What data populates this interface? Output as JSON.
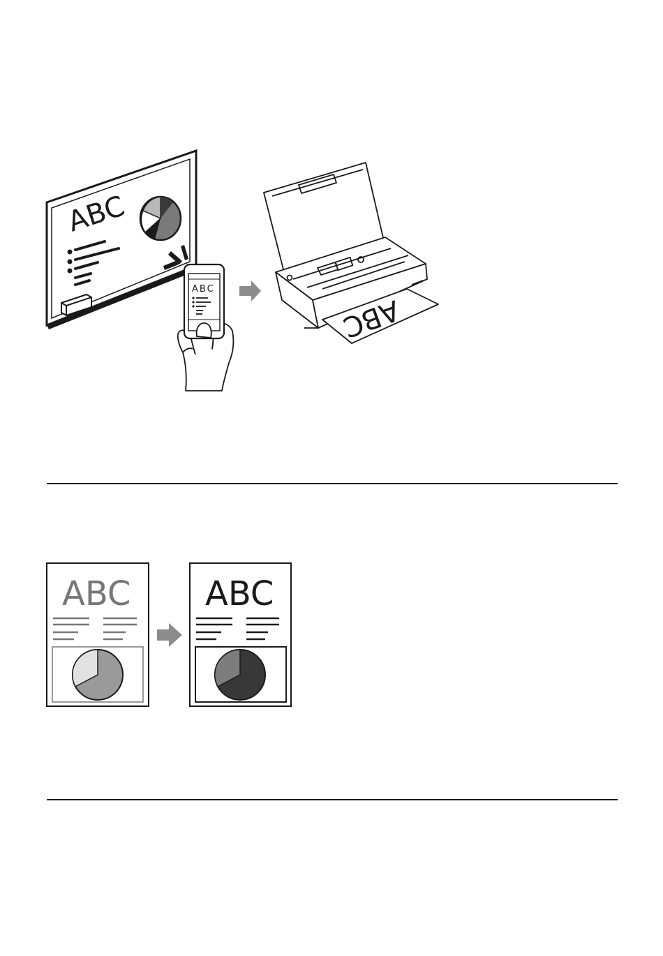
{
  "figure1": {
    "whiteboard_text": "ABC",
    "phone_text": "ABC",
    "printout_text": "ABC"
  },
  "figure2": {
    "before_text": "ABC",
    "after_text": "ABC"
  },
  "colors": {
    "ink": "#1a1a1a",
    "arrow": "#8c8c8c",
    "faded_text": "#777777",
    "faded_pie_main": "#9a9a9a",
    "faded_pie_slice": "#e2e2e2",
    "dark_pie_main": "#383838",
    "dark_pie_slice": "#7d7d7d"
  }
}
